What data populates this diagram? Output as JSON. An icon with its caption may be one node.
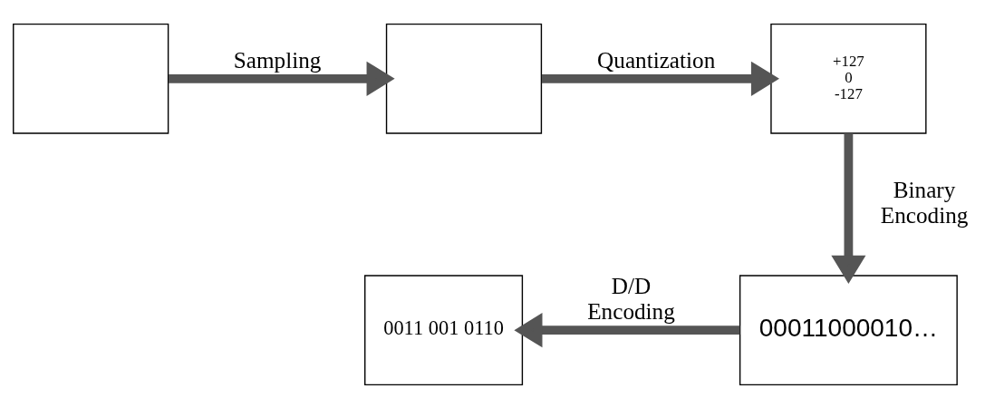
{
  "diagram": {
    "nodes": [
      {
        "text": [],
        "shape": "box"
      },
      {
        "text": [],
        "shape": "box"
      },
      {
        "text": [
          "+127",
          "0",
          "-127"
        ]
      },
      {
        "text": [
          "00011000010…"
        ]
      },
      {
        "text": [
          "0011 001 0110"
        ]
      }
    ],
    "edges": [
      {
        "from": 0,
        "to": 1,
        "arrow": "to",
        "label": "Sampling"
      },
      {
        "from": 1,
        "to": 2,
        "arrow": "to",
        "label": "Quantization"
      },
      {
        "from": 2,
        "to": 3,
        "arrow": "to",
        "label": "Binary Encoding"
      },
      {
        "from": 3,
        "to": 4,
        "arrow": "to",
        "label": "D/D Encoding"
      }
    ]
  }
}
